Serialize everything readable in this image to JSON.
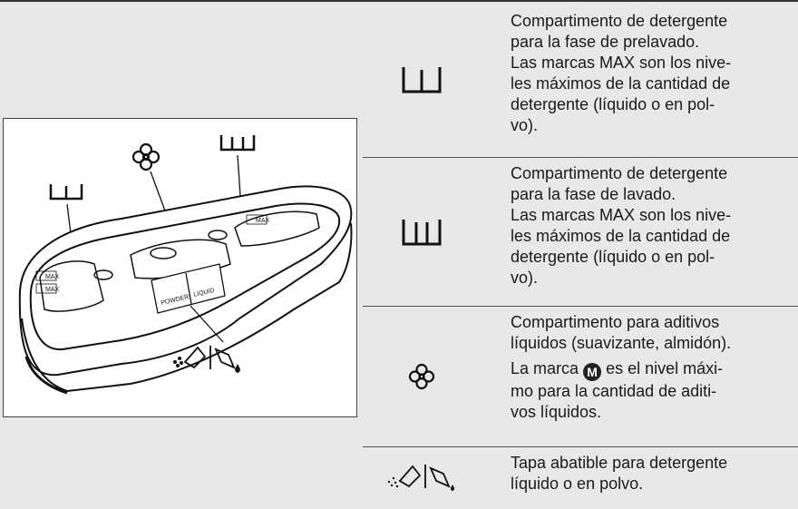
{
  "rows": [
    {
      "symbol": "prewash-compartment-icon",
      "lines": [
        "Compartimento de detergente",
        "para la fase de prelavado.",
        "Las marcas MAX son los nive-",
        "les máximos de la cantidad de",
        "detergente (líquido o en pol-",
        "vo)."
      ]
    },
    {
      "symbol": "wash-compartment-icon",
      "lines": [
        "Compartimento de detergente",
        "para la fase de lavado.",
        "Las marcas MAX son los nive-",
        "les máximos de la cantidad de",
        "detergente (líquido o en pol-",
        "vo)."
      ]
    },
    {
      "symbol": "flower-icon",
      "lines_a": [
        "Compartimento para aditivos",
        "líquidos (suavizante, almidón)."
      ],
      "marker_prefix": "La marca",
      "marker_badge": "M",
      "marker_suffix": "es el nivel máxi-",
      "lines_b": [
        "mo para la cantidad de aditi-",
        "vos líquidos."
      ]
    },
    {
      "symbol": "powder-liquid-flap-icon",
      "lines": [
        "Tapa abatible para detergente",
        "líquido o en polvo."
      ]
    }
  ],
  "figure": {
    "powder_label": "POWDER",
    "liquid_label": "LIQUID",
    "max_label": "MAX"
  }
}
